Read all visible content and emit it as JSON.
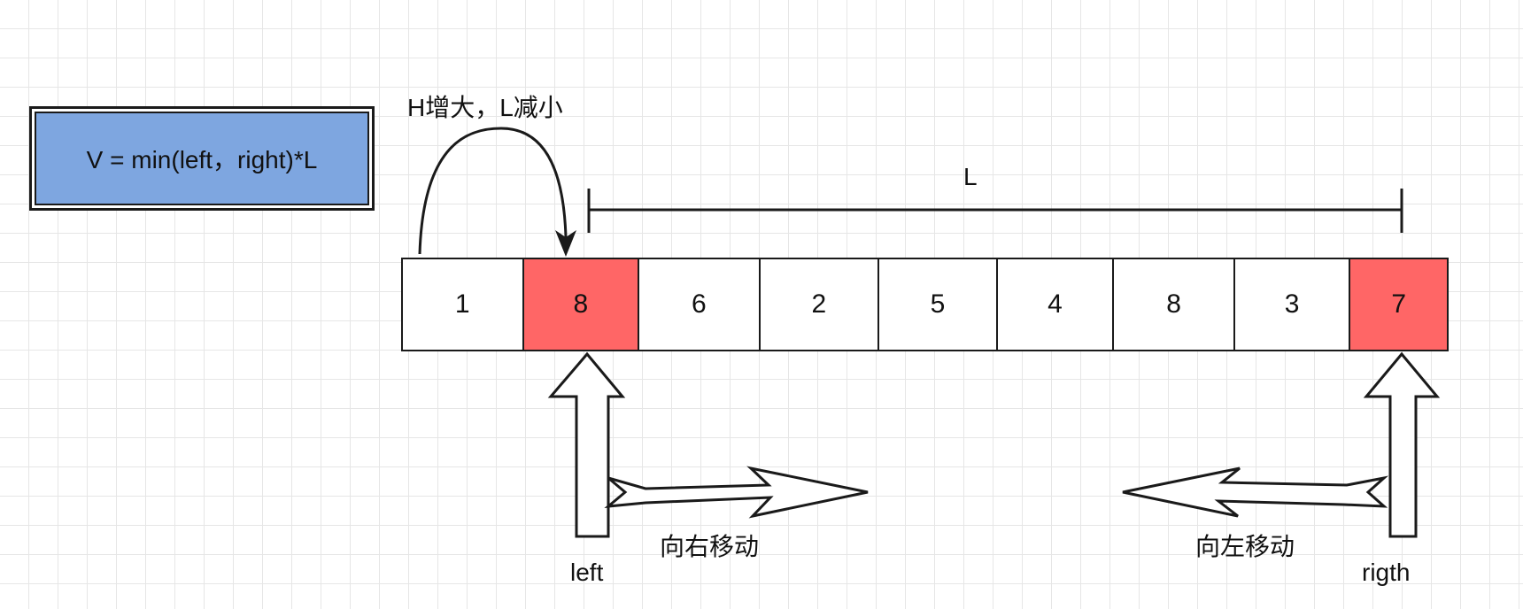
{
  "formula": "V = min(left，right)*L",
  "arc_label": "H增大，L减小",
  "length_label": "L",
  "array": {
    "cells": [
      {
        "value": "1",
        "highlight": false
      },
      {
        "value": "8",
        "highlight": true
      },
      {
        "value": "6",
        "highlight": false
      },
      {
        "value": "2",
        "highlight": false
      },
      {
        "value": "5",
        "highlight": false
      },
      {
        "value": "4",
        "highlight": false
      },
      {
        "value": "8",
        "highlight": false
      },
      {
        "value": "3",
        "highlight": false
      },
      {
        "value": "7",
        "highlight": true
      }
    ]
  },
  "pointers": {
    "left_label": "left",
    "right_label": "rigth"
  },
  "moves": {
    "right_label": "向右移动",
    "left_label": "向左移动"
  },
  "colors": {
    "formula_fill": "#7ea6e0",
    "highlight_fill": "#ff6666",
    "stroke": "#1a1a1a"
  }
}
